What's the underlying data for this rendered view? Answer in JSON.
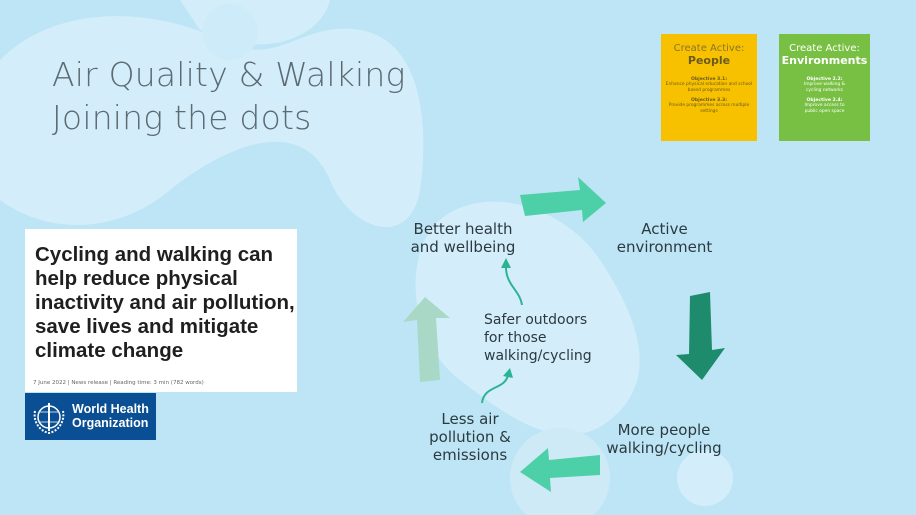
{
  "title": {
    "line1": "Air Quality & Walking",
    "line2": "Joining the dots"
  },
  "boxes": {
    "people": {
      "heading": "Create Active:",
      "subheading": "People",
      "objectives": [
        {
          "label": "Objective 3.1:",
          "text": "Enhance physical education and school based programmes"
        },
        {
          "label": "Objective 3.3:",
          "text": "Provide programmes across multiple settings"
        }
      ]
    },
    "environments": {
      "heading": "Create Active:",
      "subheading": "Environments",
      "objectives": [
        {
          "label": "Objective 2.2:",
          "text": "Improve walking & cycling networks"
        },
        {
          "label": "Objective 2.4:",
          "text": "Improve access to public open space"
        }
      ]
    }
  },
  "news": {
    "headline": "Cycling and walking can help reduce physical inactivity and air pollution, save lives and mitigate climate change",
    "meta": "7 June 2022 | News release | Reading time: 3 min (782 words)",
    "org": "World Health Organization"
  },
  "cycle": {
    "nodes": [
      "Better health and wellbeing",
      "Active environment",
      "More people walking/cycling",
      "Less air pollution & emissions"
    ],
    "center": "Safer outdoors for those walking/cycling"
  },
  "colors": {
    "bg": "#bde5f5",
    "yellow": "#f7c100",
    "green": "#78c043",
    "who": "#0a4f93",
    "arrow": "#4dd0a8",
    "arrow_dark": "#1e8c6c"
  }
}
